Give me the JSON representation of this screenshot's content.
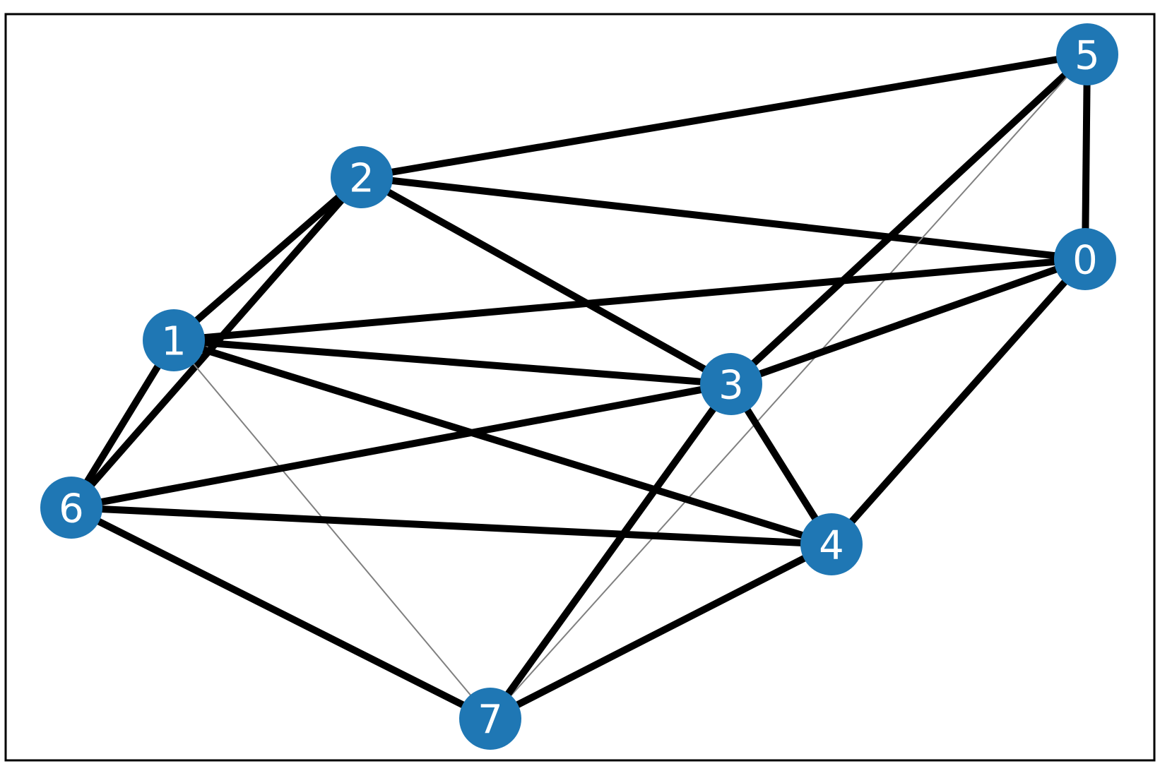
{
  "graph": {
    "node_color": "#1f77b4",
    "label_color": "#ffffff",
    "strong_edge_color": "#000000",
    "weak_edge_color": "#808080",
    "frame_color": "#000000",
    "nodes": [
      {
        "id": "0",
        "label": "0"
      },
      {
        "id": "1",
        "label": "1"
      },
      {
        "id": "2",
        "label": "2"
      },
      {
        "id": "3",
        "label": "3"
      },
      {
        "id": "4",
        "label": "4"
      },
      {
        "id": "5",
        "label": "5"
      },
      {
        "id": "6",
        "label": "6"
      },
      {
        "id": "7",
        "label": "7"
      }
    ],
    "edges": [
      {
        "source": "2",
        "target": "5",
        "weight": "strong"
      },
      {
        "source": "2",
        "target": "0",
        "weight": "strong"
      },
      {
        "source": "2",
        "target": "1",
        "weight": "strong"
      },
      {
        "source": "2",
        "target": "6",
        "weight": "strong"
      },
      {
        "source": "2",
        "target": "3",
        "weight": "strong"
      },
      {
        "source": "5",
        "target": "0",
        "weight": "strong"
      },
      {
        "source": "5",
        "target": "3",
        "weight": "strong"
      },
      {
        "source": "5",
        "target": "7",
        "weight": "weak"
      },
      {
        "source": "0",
        "target": "1",
        "weight": "strong"
      },
      {
        "source": "0",
        "target": "3",
        "weight": "strong"
      },
      {
        "source": "0",
        "target": "4",
        "weight": "strong"
      },
      {
        "source": "1",
        "target": "3",
        "weight": "strong"
      },
      {
        "source": "1",
        "target": "4",
        "weight": "strong"
      },
      {
        "source": "1",
        "target": "6",
        "weight": "strong"
      },
      {
        "source": "1",
        "target": "7",
        "weight": "weak"
      },
      {
        "source": "3",
        "target": "6",
        "weight": "strong"
      },
      {
        "source": "3",
        "target": "4",
        "weight": "strong"
      },
      {
        "source": "3",
        "target": "7",
        "weight": "strong"
      },
      {
        "source": "6",
        "target": "4",
        "weight": "strong"
      },
      {
        "source": "6",
        "target": "7",
        "weight": "strong"
      },
      {
        "source": "4",
        "target": "7",
        "weight": "strong"
      }
    ]
  }
}
